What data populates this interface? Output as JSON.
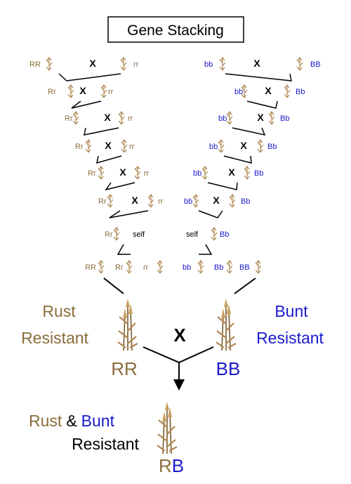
{
  "title": "Gene Stacking",
  "operators": {
    "cross": "X",
    "self": "self",
    "and": "&"
  },
  "colors": {
    "rust": "#8a6d3b",
    "bunt": "#1a1acc",
    "text": "#000000"
  },
  "rust_column": {
    "generations": [
      [
        "RR",
        "rr"
      ],
      [
        "Rr",
        "rr"
      ],
      [
        "Rr",
        "rr"
      ],
      [
        "Rr",
        "rr"
      ],
      [
        "Rr",
        "rr"
      ],
      [
        "Rr",
        "rr"
      ]
    ],
    "self_parent": "Rr",
    "offspring": [
      "RR",
      "Rr",
      "rr"
    ]
  },
  "bunt_column": {
    "generations": [
      [
        "bb",
        "BB"
      ],
      [
        "bb",
        "Bb"
      ],
      [
        "bb",
        "Bb"
      ],
      [
        "bb",
        "Bb"
      ],
      [
        "bb",
        "Bb"
      ],
      [
        "bb",
        "Bb"
      ]
    ],
    "self_parent": "Bb",
    "offspring": [
      "bb",
      "Bb",
      "BB"
    ]
  },
  "rust_resistant": {
    "line1": "Rust",
    "line2": "Resistant",
    "genotype": "RR"
  },
  "bunt_resistant": {
    "line1": "Bunt",
    "line2": "Resistant",
    "genotype": "BB"
  },
  "final": {
    "word_rust": "Rust",
    "word_bunt": "Bunt",
    "line2": "Resistant",
    "genotype_r": "R",
    "genotype_b": "B"
  },
  "icons": {
    "plant": "wheat-plant-icon",
    "arrow": "arrow-down-icon"
  }
}
